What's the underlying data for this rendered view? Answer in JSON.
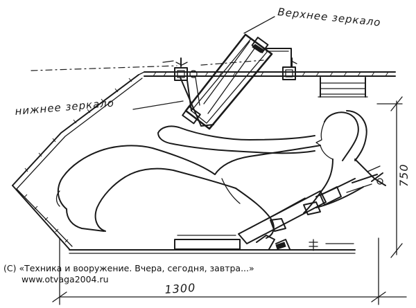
{
  "labels": {
    "upper_mirror": "Верхнее зеркало",
    "lower_mirror": "нижнее зеркало",
    "height_dimension": "750",
    "length_dimension": "1300"
  },
  "credit": {
    "line1": "(С) «Техника и вооружение. Вчера, сегодня, завтра...»",
    "line2": "www.otvaga2004.ru"
  },
  "colors": {
    "ink": "#1a1a1a",
    "paper": "#ffffff"
  }
}
